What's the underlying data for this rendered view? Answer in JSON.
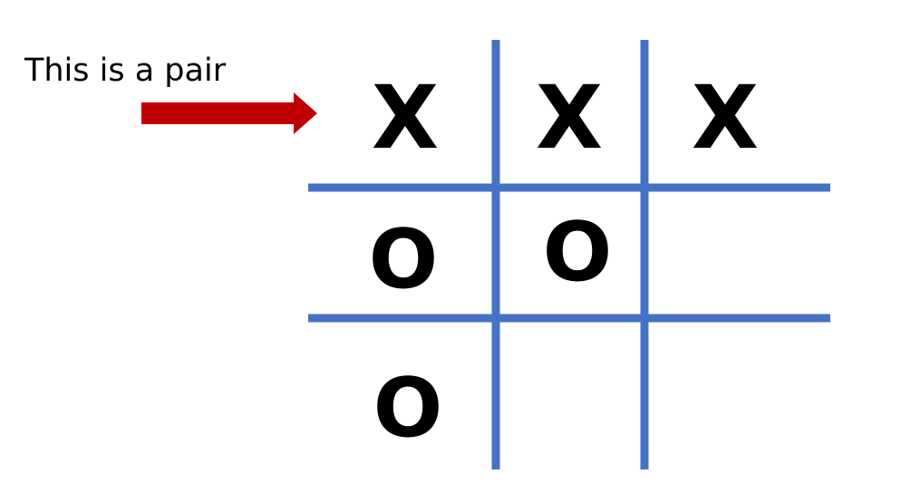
{
  "annotation": {
    "label": "This is a pair",
    "arrow_color": "#c00000"
  },
  "board": {
    "grid_color": "#4472c4",
    "mark_color": "#000000",
    "rows": [
      [
        "X",
        "X",
        "X"
      ],
      [
        "O",
        "O",
        ""
      ],
      [
        "O",
        "",
        ""
      ]
    ]
  }
}
